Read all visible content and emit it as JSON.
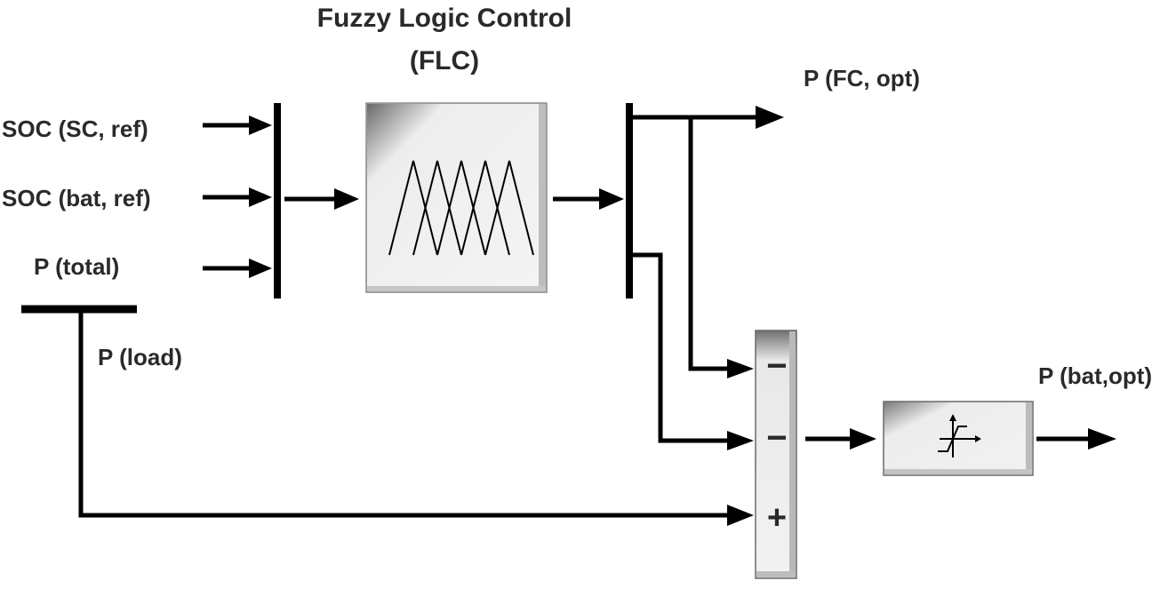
{
  "title_line1": "Fuzzy Logic Control",
  "title_line2": "(FLC)",
  "inputs": {
    "soc_sc_ref": "SOC (SC, ref)",
    "soc_bat_ref": "SOC (bat, ref)",
    "p_total": "P (total)",
    "p_load": "P (load)"
  },
  "outputs": {
    "p_fc_opt": "P (FC, opt)",
    "p_bat_opt": "P (bat,opt)"
  },
  "sum_block": {
    "signs": [
      "−",
      "−",
      "+"
    ]
  }
}
